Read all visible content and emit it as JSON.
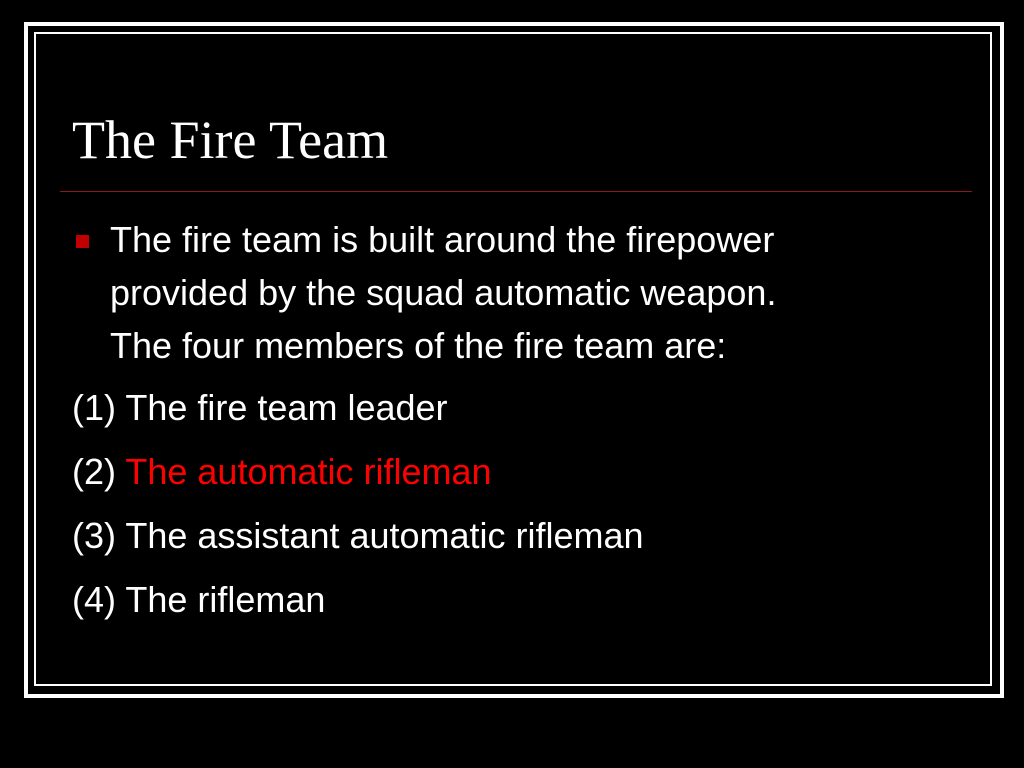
{
  "slide": {
    "title": "The Fire Team",
    "bullet": {
      "lines": [
        "The fire team is built around the firepower",
        "provided by the squad automatic weapon.",
        "The four members of the fire team are:"
      ]
    },
    "items": [
      {
        "number": "(1)",
        "text": "The fire team leader"
      },
      {
        "number": "(2)",
        "text": "The automatic rifleman"
      },
      {
        "number": "(3)",
        "text": "The assistant automatic rifleman"
      },
      {
        "number": "(4)",
        "text": "The rifleman"
      }
    ],
    "colors": {
      "background": "#000000",
      "text": "#ffffff",
      "accent": "#ff0000",
      "bullet": "#c00000",
      "divider": "#8b1a1a"
    }
  }
}
